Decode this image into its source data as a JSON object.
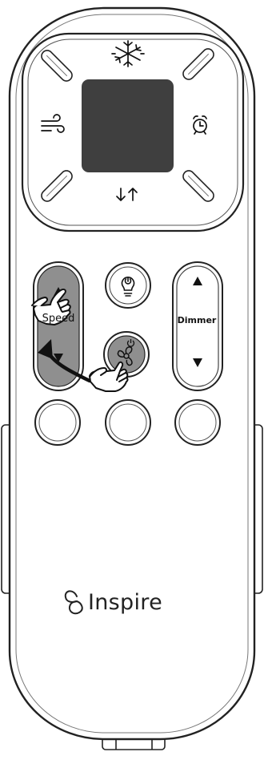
{
  "remote": {
    "brand": "Inspire",
    "top_panel": {
      "top_icon": "snowflake-sun-icon",
      "left_icon": "wind-icon",
      "right_icon": "alarm-clock-icon",
      "bottom_icon": "up-down-arrows-icon",
      "display_color": "#3f3f3f"
    },
    "speed_rocker": {
      "label": "Speed",
      "up_icon": "triangle-up-icon",
      "down_icon": "triangle-down-icon",
      "fill_color": "#8f8f8f"
    },
    "light_button": {
      "icon": "bulb-power-icon"
    },
    "fan_button": {
      "icon": "fan-power-icon",
      "fill_color": "#8f8f8f"
    },
    "dimmer_rocker": {
      "label": "Dimmer",
      "up_icon": "triangle-up-icon",
      "down_icon": "triangle-down-icon"
    },
    "bottom_buttons": [
      "left-round-button",
      "center-round-button",
      "right-round-button"
    ],
    "gesture": {
      "icon": "hand-pointer-icon",
      "arrow_color": "#111111"
    }
  }
}
